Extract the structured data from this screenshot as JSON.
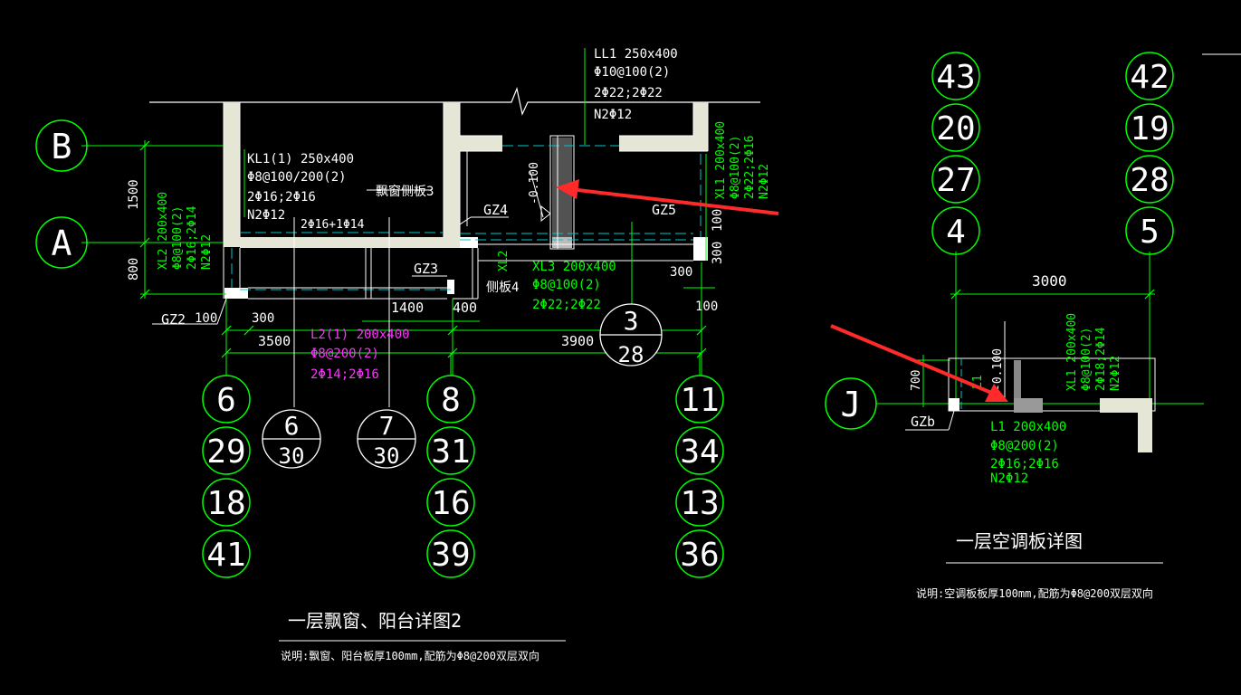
{
  "left_detail": {
    "beam_ll1": {
      "name": "LL1 250x400",
      "stirrup": "Φ10@100(2)",
      "bars": "2Φ22;2Φ22",
      "torsion": "N2Φ12"
    },
    "beam_kl1": {
      "name": "KL1(1) 250x400",
      "stirrup": "Φ8@100/200(2)",
      "bars": "2Φ16;2Φ16",
      "torsion": "N2Φ12"
    },
    "bay_window_board_label": "飘窗侧板3",
    "bay_window_rebar": "2Φ16+1Φ14",
    "beam_xl2_v": {
      "name": "XL2 200x400",
      "stirrup": "Φ8@100(2)",
      "bars": "2Φ16;2Φ14",
      "torsion": "N2Φ12"
    },
    "beam_xl1_v": {
      "name": "XL1 200x400",
      "stirrup": "Φ8@100(2)",
      "bars": "2Φ22;2Φ16",
      "torsion": "N2Φ12"
    },
    "beam_xl3": {
      "name": "XL3 200x400",
      "stirrup": "Φ8@100(2)",
      "bars": "2Φ22;2Φ22"
    },
    "beam_l2": {
      "name": "L2(1) 200x400",
      "stirrup": "Φ8@200(2)",
      "bars": "2Φ14;2Φ16"
    },
    "xl2_short": "XL2",
    "side_board_4": "侧板4",
    "elev_label": "-0.100",
    "col_gz2": "GZ2",
    "col_gz3": "GZ3",
    "col_gz4": "GZ4",
    "col_gz5": "GZ5",
    "axis_b": "B",
    "axis_a": "A",
    "dim_1500": "1500",
    "dim_800": "800",
    "dim_100a": "100",
    "dim_300a": "300",
    "dim_3500": "3500",
    "dim_1400": "1400",
    "dim_400": "400",
    "dim_3900": "3900",
    "dim_300b": "300",
    "dim_100b": "100",
    "dim_100c": "100",
    "dim_300c": "300",
    "section_ref": {
      "top": "3",
      "bottom": "28"
    },
    "section_6": {
      "top": "6",
      "bottom": "30"
    },
    "section_7": {
      "top": "7",
      "bottom": "30"
    },
    "axes_col1": [
      "6",
      "29",
      "18",
      "41"
    ],
    "axes_col2": [
      "8",
      "31",
      "16",
      "39"
    ],
    "axes_col3": [
      "11",
      "34",
      "13",
      "36"
    ],
    "title": "一层飘窗、阳台详图2",
    "note": "说明:飘窗、阳台板厚100mm,配筋为Φ8@200双层双向"
  },
  "right_detail": {
    "axes_left": [
      "43",
      "20",
      "27",
      "4"
    ],
    "axes_right": [
      "42",
      "19",
      "28",
      "5"
    ],
    "axis_j": "J",
    "dim_3000": "3000",
    "dim_700": "700",
    "elev_label": "-0.100",
    "beam_l1_v": "L1",
    "beam_xl1_v": {
      "name": "XL1 200x400",
      "stirrup": "Φ8@100(2)",
      "bars": "2Φ18;2Φ14",
      "torsion": "N2Φ12"
    },
    "beam_l1": {
      "name": "L1 200x400",
      "stirrup": "Φ8@200(2)",
      "bars": "2Φ16;2Φ16",
      "torsion": "N2Φ12"
    },
    "col_gzb": "GZb",
    "title": "一层空调板详图",
    "note": "说明:空调板板厚100mm,配筋为Φ8@200双层双向"
  },
  "colors": {
    "background": "#000000",
    "white": "#ffffff",
    "green": "#00ff00",
    "magenta": "#ff33ff",
    "cyan": "#00c8c8",
    "red": "#ff2a2a",
    "wall": "#e8e8d8"
  }
}
